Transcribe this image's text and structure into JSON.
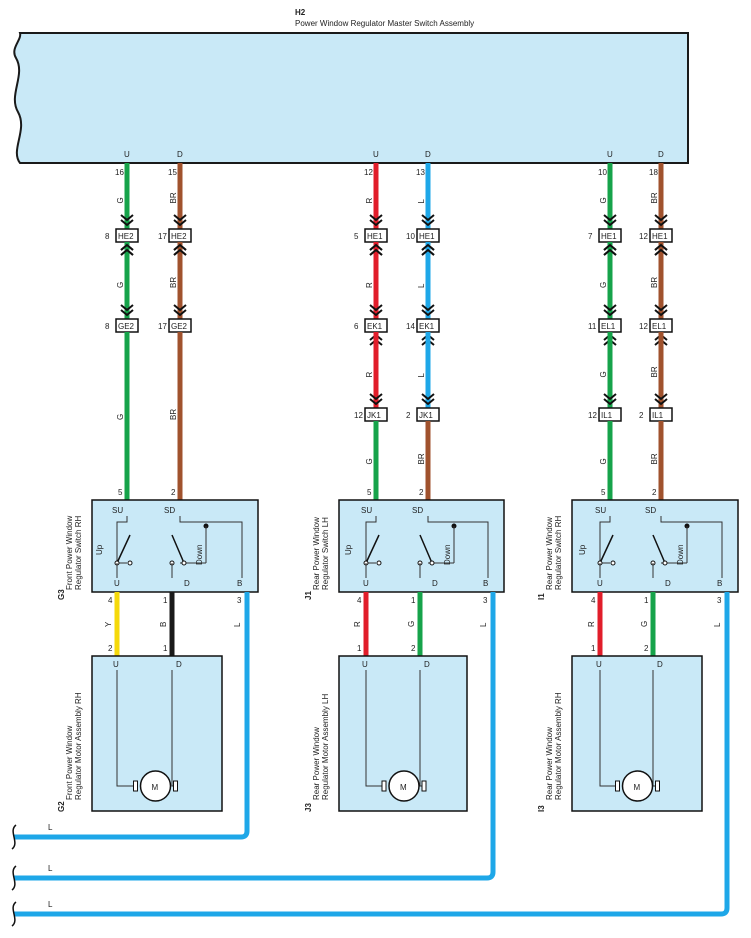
{
  "colors": {
    "box_fill": "#c9e9f7",
    "G": "#16a34a",
    "BR": "#a0522d",
    "R": "#e11d2a",
    "L": "#1ea7e8",
    "Y": "#f5d90a",
    "B": "#1a1a1a"
  },
  "master": {
    "code": "H2",
    "name": "Power Window Regulator Master Switch Assembly"
  },
  "columns": [
    {
      "id": "front-rh",
      "switch": {
        "code": "G3",
        "name1": "Front Power Window",
        "name2": "Regulator Switch RH"
      },
      "motor": {
        "code": "G2",
        "name1": "Front Power Window",
        "name2": "Regulator Motor Assembly RH"
      },
      "wires": [
        {
          "terminal": "U",
          "color": "G",
          "segments": [
            {
              "pin": "16"
            },
            {
              "pin": "8",
              "connector": "HE2"
            },
            {
              "pin": "8",
              "connector": "GE2"
            },
            {
              "pin": "5",
              "terminal": "SU"
            }
          ]
        },
        {
          "terminal": "D",
          "color": "BR",
          "segments": [
            {
              "pin": "15"
            },
            {
              "pin": "17",
              "connector": "HE2"
            },
            {
              "pin": "17",
              "connector": "GE2"
            },
            {
              "pin": "2",
              "terminal": "SD"
            }
          ]
        }
      ],
      "labels": {
        "up": "Up",
        "down": "Down",
        "u": "U",
        "d": "D",
        "b": "B"
      },
      "lower": [
        {
          "color": "Y",
          "pin_top": "4",
          "pin_bottom": "2",
          "term": "U"
        },
        {
          "color": "B",
          "pin_top": "1",
          "pin_bottom": "1",
          "term": "D"
        }
      ],
      "b_wire": {
        "color": "L",
        "pin": "3"
      },
      "ground_label": "L",
      "motor_symbol": "M"
    },
    {
      "id": "rear-lh",
      "switch": {
        "code": "J1",
        "name1": "Rear Power Window",
        "name2": "Regulator Switch LH"
      },
      "motor": {
        "code": "J3",
        "name1": "Rear Power Window",
        "name2": "Regulator Motor Assembly LH"
      },
      "wires": [
        {
          "terminal": "U",
          "color": "R",
          "segments": [
            {
              "pin": "12"
            },
            {
              "pin": "5",
              "connector": "HE1"
            },
            {
              "pin": "6",
              "connector": "EK1"
            },
            {
              "pin": "12",
              "connector": "JK1",
              "color_after": "G"
            },
            {
              "pin": "5",
              "terminal": "SU"
            }
          ]
        },
        {
          "terminal": "D",
          "color": "L",
          "segments": [
            {
              "pin": "13"
            },
            {
              "pin": "10",
              "connector": "HE1"
            },
            {
              "pin": "14",
              "connector": "EK1"
            },
            {
              "pin": "2",
              "connector": "JK1",
              "color_after": "BR"
            },
            {
              "pin": "2",
              "terminal": "SD"
            }
          ]
        }
      ],
      "labels": {
        "up": "Up",
        "down": "Down",
        "u": "U",
        "d": "D",
        "b": "B"
      },
      "lower": [
        {
          "color": "R",
          "pin_top": "4",
          "pin_bottom": "1",
          "term": "U"
        },
        {
          "color": "G",
          "pin_top": "1",
          "pin_bottom": "2",
          "term": "D"
        }
      ],
      "b_wire": {
        "color": "L",
        "pin": "3"
      },
      "ground_label": "L",
      "motor_symbol": "M"
    },
    {
      "id": "rear-rh",
      "switch": {
        "code": "I1",
        "name1": "Rear Power Window",
        "name2": "Regulator Switch RH"
      },
      "motor": {
        "code": "I3",
        "name1": "Rear Power Window",
        "name2": "Regulator Motor Assembly RH"
      },
      "wires": [
        {
          "terminal": "U",
          "color": "G",
          "segments": [
            {
              "pin": "10"
            },
            {
              "pin": "7",
              "connector": "HE1"
            },
            {
              "pin": "11",
              "connector": "EL1"
            },
            {
              "pin": "12",
              "connector": "IL1"
            },
            {
              "pin": "5",
              "terminal": "SU"
            }
          ]
        },
        {
          "terminal": "D",
          "color": "BR",
          "segments": [
            {
              "pin": "18"
            },
            {
              "pin": "12",
              "connector": "HE1"
            },
            {
              "pin": "12",
              "connector": "EL1"
            },
            {
              "pin": "2",
              "connector": "IL1"
            },
            {
              "pin": "2",
              "terminal": "SD"
            }
          ]
        }
      ],
      "labels": {
        "up": "Up",
        "down": "Down",
        "u": "U",
        "d": "D",
        "b": "B"
      },
      "lower": [
        {
          "color": "R",
          "pin_top": "4",
          "pin_bottom": "1",
          "term": "U"
        },
        {
          "color": "G",
          "pin_top": "1",
          "pin_bottom": "2",
          "term": "D"
        }
      ],
      "b_wire": {
        "color": "L",
        "pin": "3"
      },
      "ground_label": "L",
      "motor_symbol": "M"
    }
  ]
}
